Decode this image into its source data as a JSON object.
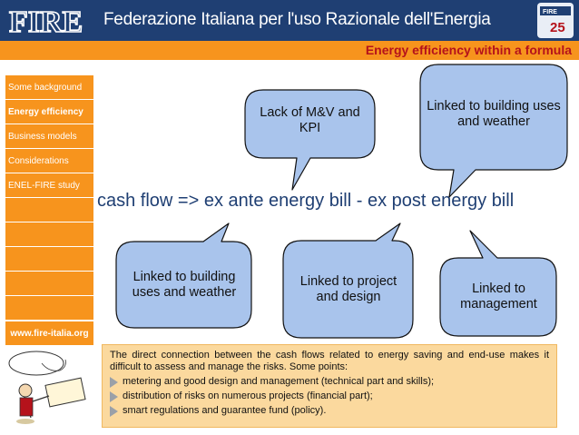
{
  "header": {
    "org_name": "Federazione Italiana per l'uso Razionale dell'Energia",
    "logo_text": "FIRE",
    "anniversary_text": "25",
    "subtitle": "Energy efficiency within a formula"
  },
  "sidebar": {
    "items": [
      {
        "label": "Some background"
      },
      {
        "label": "Energy efficiency"
      },
      {
        "label": "Business models"
      },
      {
        "label": "Considerations"
      },
      {
        "label": "ENEL-FIRE study"
      },
      {
        "label": ""
      },
      {
        "label": ""
      },
      {
        "label": ""
      },
      {
        "label": ""
      },
      {
        "label": ""
      }
    ],
    "website": "www.fire-italia.org"
  },
  "formula": "cash flow => ex ante energy bill - ex post energy bill",
  "bubbles": {
    "top_left": "Lack of M&V and KPI",
    "top_right": "Linked to building uses and weather",
    "bottom_left": "Linked to building uses and weather",
    "bottom_middle": "Linked to project and design",
    "bottom_right": "Linked to management"
  },
  "info": {
    "intro": "The direct connection between the cash flows related to energy saving and end-use makes it difficult to assess and manage the risks. Some points:",
    "points": [
      "metering and good design and management (technical part and skills);",
      "distribution of risks on numerous projects (financial part);",
      "smart regulations and guarantee fund (policy)."
    ]
  },
  "colors": {
    "header_blue": "#1f3f73",
    "orange": "#f7941d",
    "bubble_fill": "#a9c4ec",
    "subtitle_red": "#b5121b"
  }
}
